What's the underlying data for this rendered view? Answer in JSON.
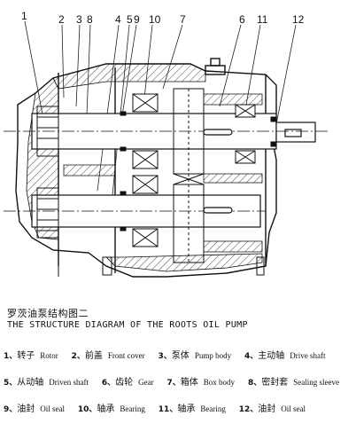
{
  "callouts": [
    "1",
    "2",
    "3",
    "8",
    "4",
    "5",
    "9",
    "10",
    "7",
    "6",
    "11",
    "12"
  ],
  "title_cn": "罗茨油泵结构图二",
  "title_en": "THE STRUCTURE DIAGRAM OF THE ROOTS OIL PUMP",
  "legend": [
    [
      {
        "n": "1、",
        "cn": "转子",
        "en": "Rotor"
      },
      {
        "n": "2、",
        "cn": "前盖",
        "en": "Front cover"
      },
      {
        "n": "3、",
        "cn": "泵体",
        "en": "Pump body"
      },
      {
        "n": "4、",
        "cn": "主动轴",
        "en": "Drive shaft"
      }
    ],
    [
      {
        "n": "5、",
        "cn": "从动轴",
        "en": "Driven shaft"
      },
      {
        "n": "6、",
        "cn": "齿轮",
        "en": "Gear"
      },
      {
        "n": "7、",
        "cn": "箱体",
        "en": "Box body"
      },
      {
        "n": "8、",
        "cn": "密封套",
        "en": "Sealing sleeve"
      }
    ],
    [
      {
        "n": "9、",
        "cn": "油封",
        "en": "Oil seal"
      },
      {
        "n": "10、",
        "cn": "轴承",
        "en": "Bearing"
      },
      {
        "n": "11、",
        "cn": "轴承",
        "en": "Bearing"
      },
      {
        "n": "12、",
        "cn": "油封",
        "en": "Oil seal"
      }
    ]
  ]
}
